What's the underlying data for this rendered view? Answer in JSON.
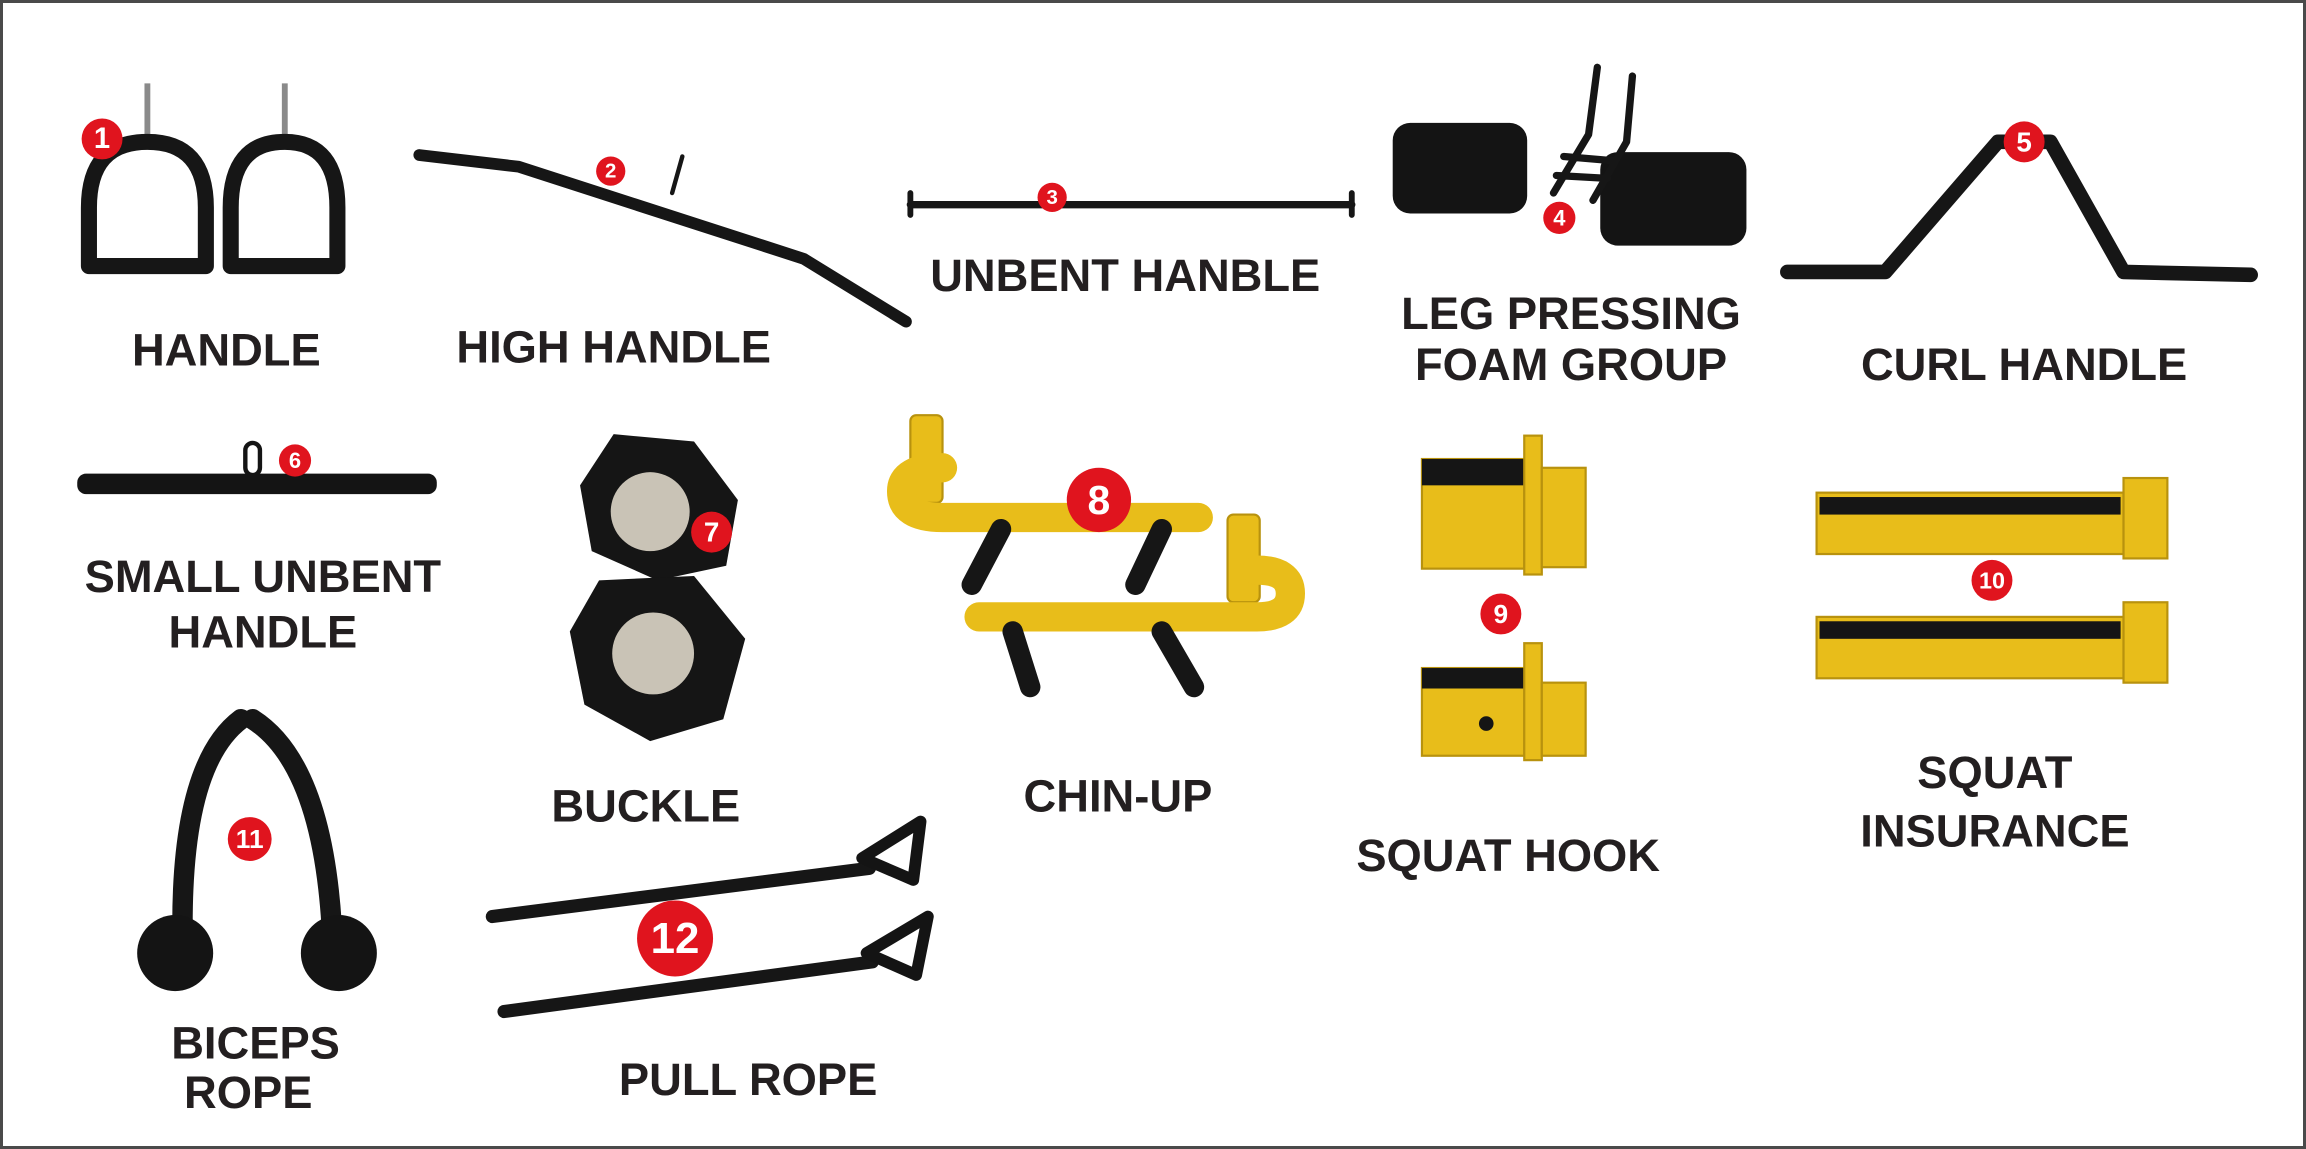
{
  "colors": {
    "badge": "#e0141e",
    "yellow": "#e8bd1a",
    "text": "#231f20"
  },
  "items": [
    {
      "number": "1",
      "label_lines": [
        "HANDLE"
      ]
    },
    {
      "number": "2",
      "label_lines": [
        "HIGH HANDLE"
      ]
    },
    {
      "number": "3",
      "label_lines": [
        "UNBENT HANBLE"
      ]
    },
    {
      "number": "4",
      "label_lines": [
        "LEG PRESSING",
        "FOAM GROUP"
      ]
    },
    {
      "number": "5",
      "label_lines": [
        "CURL HANDLE"
      ]
    },
    {
      "number": "6",
      "label_lines": [
        "SMALL UNBENT",
        "HANDLE"
      ]
    },
    {
      "number": "7",
      "label_lines": [
        "BUCKLE"
      ]
    },
    {
      "number": "8",
      "label_lines": [
        "CHIN-UP"
      ]
    },
    {
      "number": "9",
      "label_lines": [
        "SQUAT HOOK"
      ]
    },
    {
      "number": "10",
      "label_lines": [
        "SQUAT",
        "INSURANCE"
      ]
    },
    {
      "number": "11",
      "label_lines": [
        "BICEPS",
        "ROPE"
      ]
    },
    {
      "number": "12",
      "label_lines": [
        "PULL ROPE"
      ]
    }
  ]
}
